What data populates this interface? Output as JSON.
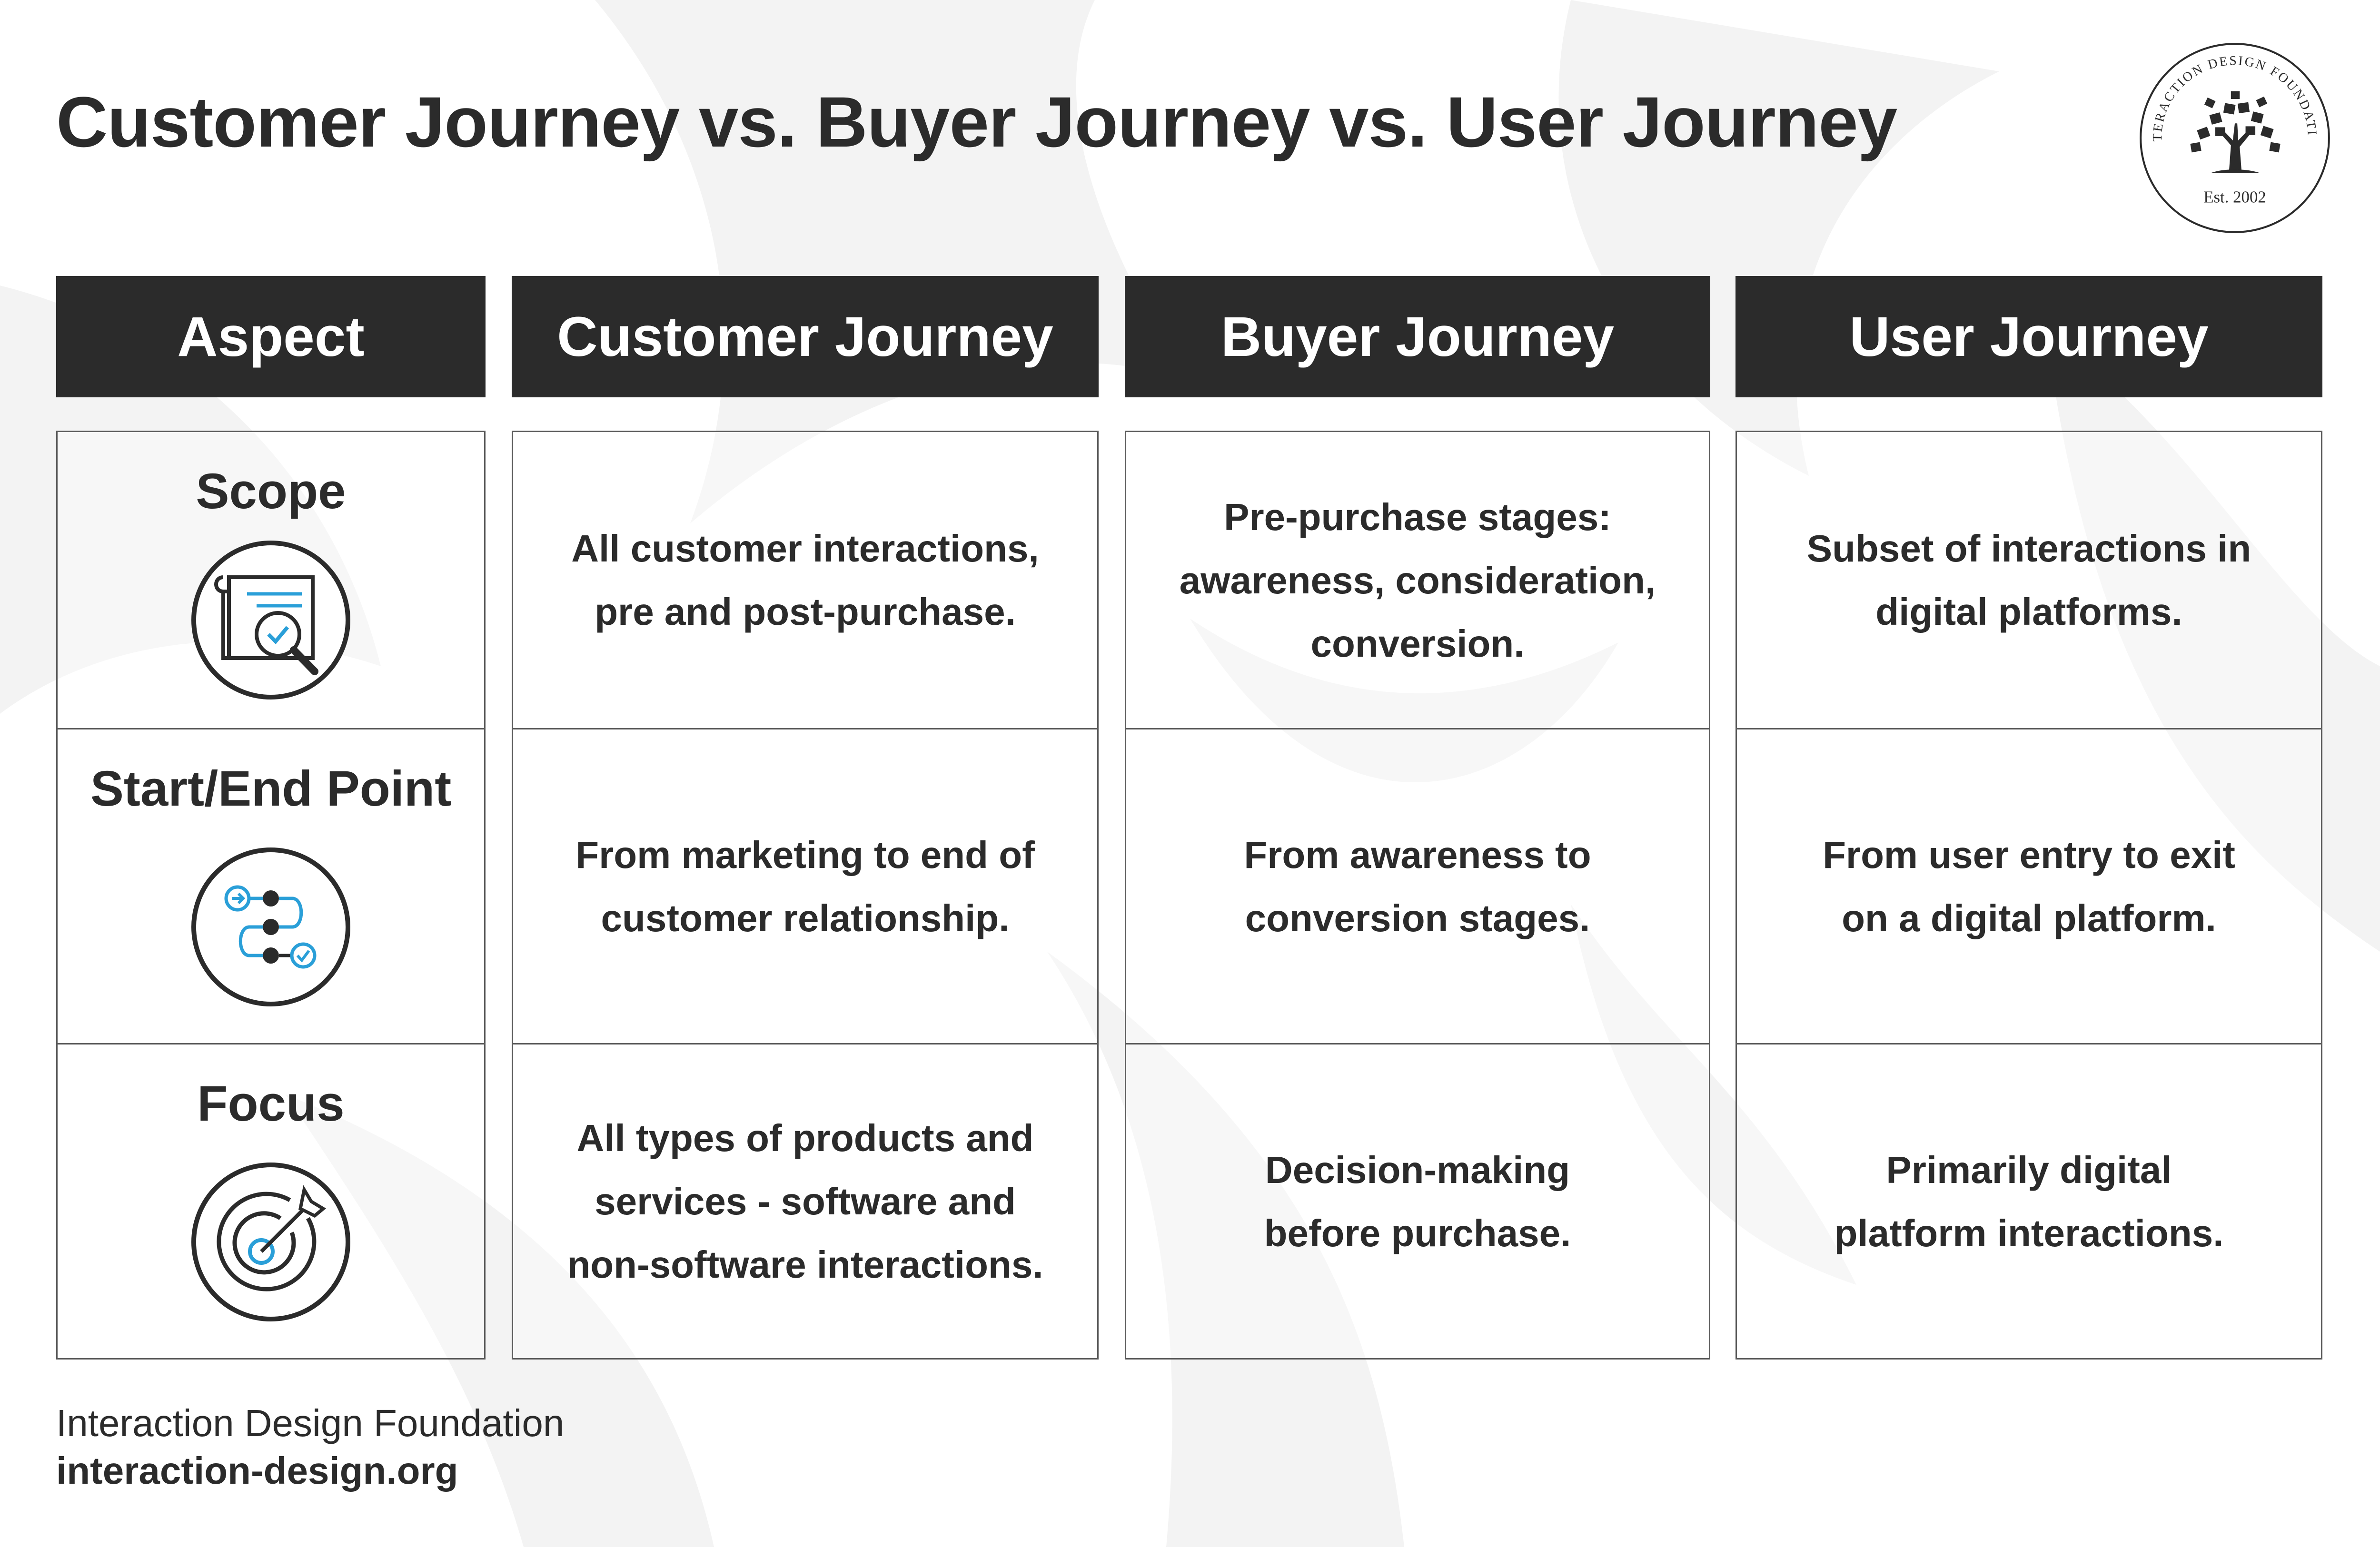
{
  "title": "Customer Journey vs. Buyer Journey vs. User Journey",
  "logo": {
    "ring_text": "INTERACTION DESIGN FOUNDATION",
    "est": "Est. 2002",
    "icon": "tree-icon"
  },
  "table": {
    "columns": [
      "Aspect",
      "Customer Journey",
      "Buyer Journey",
      "User Journey"
    ],
    "rows": [
      {
        "aspect": "Scope",
        "icon": "blueprint-magnifier-icon",
        "cells": [
          "All customer interactions,\npre and post-purchase.",
          "Pre-purchase stages:\nawareness, consideration,\nconversion.",
          "Subset of interactions in\ndigital platforms."
        ]
      },
      {
        "aspect": "Start/End Point",
        "icon": "flow-path-icon",
        "cells": [
          "From marketing to end of\ncustomer relationship.",
          "From awareness to\nconversion stages.",
          "From user entry to exit\non a digital platform."
        ]
      },
      {
        "aspect": "Focus",
        "icon": "target-arrow-icon",
        "cells": [
          "All types of products and\nservices - software and\nnon-software interactions.",
          "Decision-making\nbefore purchase.",
          "Primarily digital\nplatform interactions."
        ]
      }
    ]
  },
  "footer": {
    "org": "Interaction Design Foundation",
    "url": "interaction-design.org"
  },
  "colors": {
    "header_bg": "#2b2b2b",
    "text": "#2b2b2b",
    "accent": "#2a9fd8",
    "watermark": "#f2f2f2"
  }
}
